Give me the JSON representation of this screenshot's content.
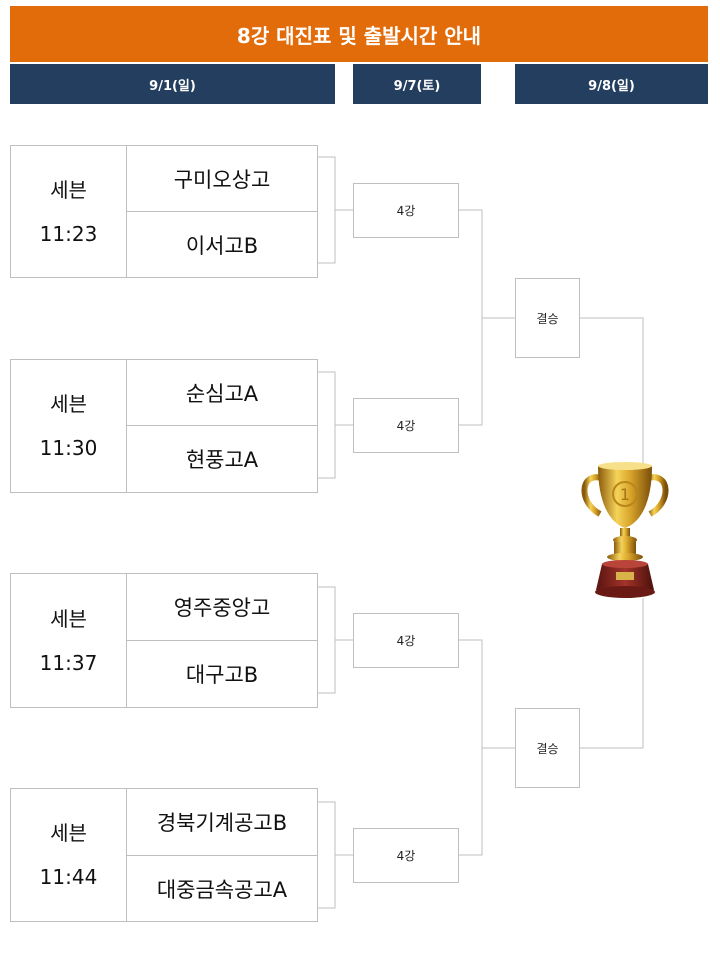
{
  "header": {
    "title": "8강 대진표 및 출발시간 안내",
    "title_color": "#e36c0a",
    "date_bar_color": "#243e5f",
    "dates": [
      "9/1(일)",
      "9/7(토)",
      "9/8(일)"
    ]
  },
  "matches": [
    {
      "label": "세븐",
      "time": "11:23",
      "team_a": "구미오상고",
      "team_b": "이서고B"
    },
    {
      "label": "세븐",
      "time": "11:30",
      "team_a": "순심고A",
      "team_b": "현풍고A"
    },
    {
      "label": "세븐",
      "time": "11:37",
      "team_a": "영주중앙고",
      "team_b": "대구고B"
    },
    {
      "label": "세븐",
      "time": "11:44",
      "team_a": "경북기계공고B",
      "team_b": "대중금속공고A"
    }
  ],
  "semifinals": [
    "4강",
    "4강",
    "4강",
    "4강"
  ],
  "finals": [
    "결승",
    "결승"
  ],
  "trophy_icon": "trophy-icon"
}
